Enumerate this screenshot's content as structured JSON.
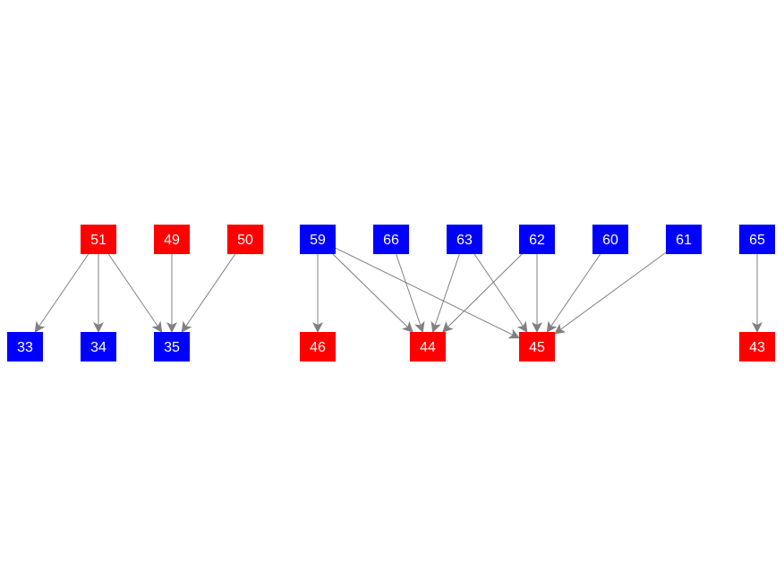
{
  "colors": {
    "red": "#ff0000",
    "blue": "#0000ff",
    "edge": "#808080"
  },
  "nodes": [
    {
      "id": "51",
      "color": "red"
    },
    {
      "id": "49",
      "color": "red"
    },
    {
      "id": "50",
      "color": "red"
    },
    {
      "id": "59",
      "color": "blue"
    },
    {
      "id": "66",
      "color": "blue"
    },
    {
      "id": "63",
      "color": "blue"
    },
    {
      "id": "62",
      "color": "blue"
    },
    {
      "id": "60",
      "color": "blue"
    },
    {
      "id": "61",
      "color": "blue"
    },
    {
      "id": "65",
      "color": "blue"
    },
    {
      "id": "33",
      "color": "blue"
    },
    {
      "id": "34",
      "color": "blue"
    },
    {
      "id": "35",
      "color": "blue"
    },
    {
      "id": "46",
      "color": "red"
    },
    {
      "id": "44",
      "color": "red"
    },
    {
      "id": "45",
      "color": "red"
    },
    {
      "id": "43",
      "color": "red"
    }
  ],
  "edges": [
    [
      "51",
      "33"
    ],
    [
      "51",
      "34"
    ],
    [
      "51",
      "35"
    ],
    [
      "49",
      "35"
    ],
    [
      "50",
      "35"
    ],
    [
      "59",
      "46"
    ],
    [
      "59",
      "44"
    ],
    [
      "59",
      "45"
    ],
    [
      "66",
      "44"
    ],
    [
      "63",
      "44"
    ],
    [
      "63",
      "45"
    ],
    [
      "62",
      "44"
    ],
    [
      "62",
      "45"
    ],
    [
      "60",
      "45"
    ],
    [
      "61",
      "45"
    ],
    [
      "65",
      "43"
    ]
  ]
}
